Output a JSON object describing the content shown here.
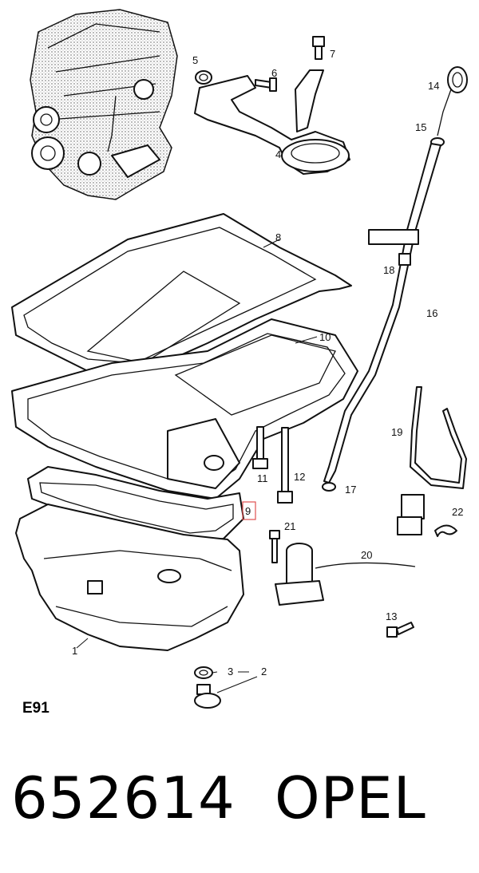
{
  "diagram": {
    "callouts": [
      {
        "id": "1",
        "label": "1"
      },
      {
        "id": "2",
        "label": "2"
      },
      {
        "id": "3",
        "label": "3"
      },
      {
        "id": "4",
        "label": "4"
      },
      {
        "id": "5",
        "label": "5"
      },
      {
        "id": "6",
        "label": "6"
      },
      {
        "id": "7",
        "label": "7"
      },
      {
        "id": "8",
        "label": "8"
      },
      {
        "id": "9",
        "label": "9"
      },
      {
        "id": "10",
        "label": "10"
      },
      {
        "id": "11",
        "label": "11"
      },
      {
        "id": "12",
        "label": "12"
      },
      {
        "id": "13",
        "label": "13"
      },
      {
        "id": "14",
        "label": "14"
      },
      {
        "id": "15",
        "label": "15"
      },
      {
        "id": "16",
        "label": "16"
      },
      {
        "id": "17",
        "label": "17"
      },
      {
        "id": "18",
        "label": "18"
      },
      {
        "id": "19",
        "label": "19"
      },
      {
        "id": "20",
        "label": "20"
      },
      {
        "id": "21",
        "label": "21"
      },
      {
        "id": "22",
        "label": "22"
      }
    ],
    "highlighted_callout": "9",
    "highlight_color": "#e05050",
    "diagram_code": "E91"
  },
  "footer": {
    "part_number": "652614",
    "brand": "OPEL"
  }
}
